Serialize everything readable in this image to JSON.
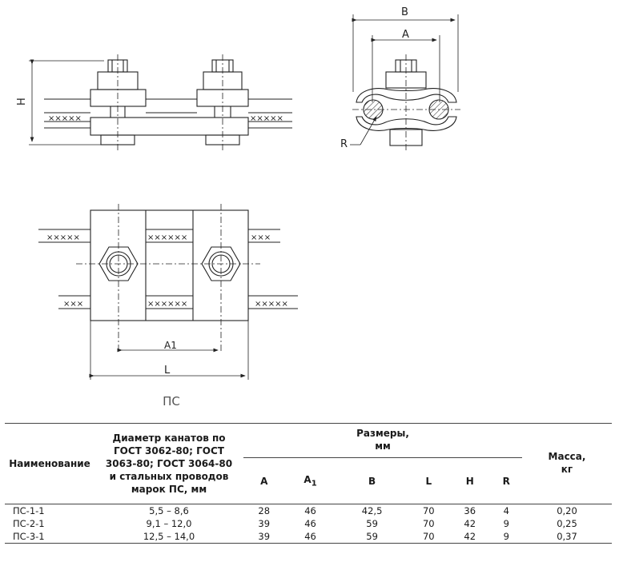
{
  "labels": {
    "H": "H",
    "B": "B",
    "A": "A",
    "R": "R",
    "A1": "A1",
    "L": "L",
    "cross_left": "×××××",
    "cross_right": "×××××",
    "cross_six": "××××××",
    "cross_three": "×××"
  },
  "caption": "ПС",
  "table": {
    "headers": {
      "name": "Наименование",
      "diameter": "Диаметр канатов по ГОСТ 3062-80; ГОСТ 3063-80; ГОСТ 3064-80 и стальных проводов марок ПС, мм",
      "dimensions": "Размеры, мм",
      "mass": "Масса, кг",
      "A": "A",
      "A1_base": "A",
      "A1_sub": "1",
      "B": "B",
      "L": "L",
      "H": "H",
      "R": "R"
    },
    "rows": [
      {
        "name": "ПС-1-1",
        "diameter": "5,5 – 8,6",
        "A": "28",
        "A1": "46",
        "B": "42,5",
        "L": "70",
        "H": "36",
        "R": "4",
        "mass": "0,20"
      },
      {
        "name": "ПС-2-1",
        "diameter": "9,1 – 12,0",
        "A": "39",
        "A1": "46",
        "B": "59",
        "L": "70",
        "H": "42",
        "R": "9",
        "mass": "0,25"
      },
      {
        "name": "ПС-3-1",
        "diameter": "12,5 – 14,0",
        "A": "39",
        "A1": "46",
        "B": "59",
        "L": "70",
        "H": "42",
        "R": "9",
        "mass": "0,37"
      }
    ]
  }
}
